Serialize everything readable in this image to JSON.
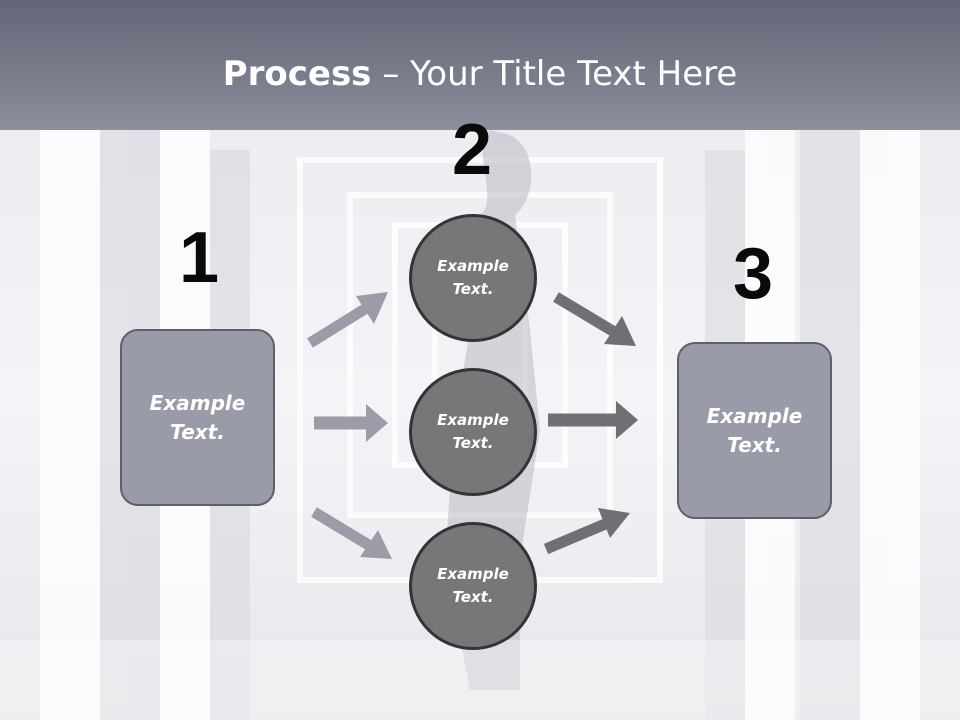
{
  "title": {
    "bold": "Process",
    "rest": " – Your Title Text Here"
  },
  "numbers": {
    "n1": "1",
    "n2": "2",
    "n3": "3"
  },
  "left_box": {
    "text": "Example\nText."
  },
  "right_box": {
    "text": "Example\nText."
  },
  "circles": [
    {
      "text": "Example\nText."
    },
    {
      "text": "Example\nText."
    },
    {
      "text": "Example\nText."
    }
  ],
  "colors": {
    "box_fill": "#9a9ba8",
    "circle_fill": "#777779",
    "arrow_light": "#9c9ca8",
    "arrow_dark": "#6f6f74"
  }
}
